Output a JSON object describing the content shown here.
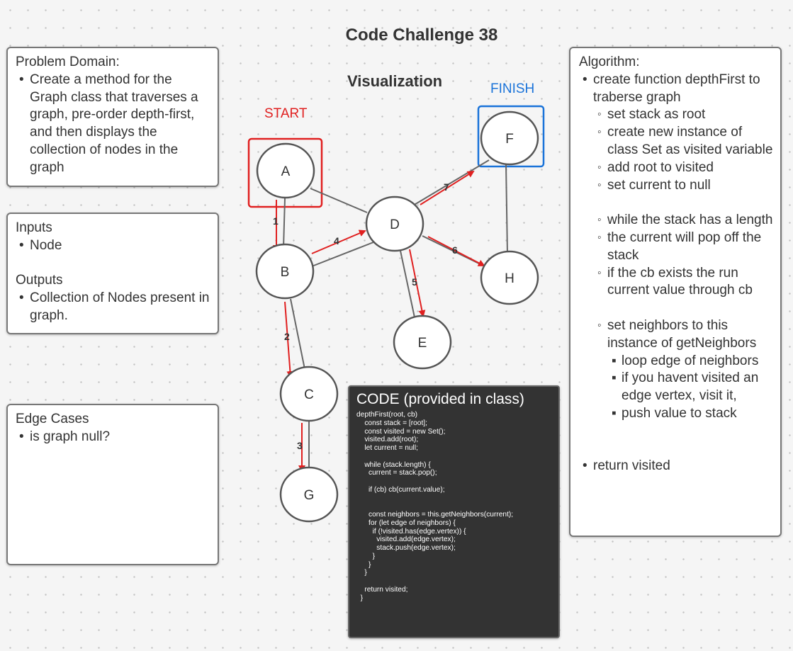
{
  "title": "Code  Challenge 38",
  "visualization_label": "Visualization",
  "start_label": "START",
  "finish_label": "FINISH",
  "problem": {
    "heading": "Problem Domain:",
    "items": [
      "Create a method for the Graph class that traverses a graph, pre-order depth-first, and then displays the collection of nodes in the graph"
    ]
  },
  "io": {
    "inputs_heading": "Inputs",
    "inputs": [
      "Node"
    ],
    "outputs_heading": "Outputs",
    "outputs": [
      "Collection of Nodes present in graph."
    ]
  },
  "edge_cases": {
    "heading": "Edge Cases",
    "items": [
      "is graph null?"
    ]
  },
  "algorithm": {
    "heading": "Algorithm:",
    "item1": "create function depthFirst to traberse graph",
    "steps_a": [
      "set stack as root",
      "create new instance of class Set as visited variable",
      "add root to visited",
      "set current to null"
    ],
    "steps_b": [
      "while the stack has a length",
      "the current will pop off the stack",
      "if the cb exists the run current value through cb"
    ],
    "step_c": "set neighbors to this instance of getNeighbors",
    "substeps_c": [
      "loop edge of neighbors",
      "if you havent visited an edge vertex, visit it,",
      "push value to stack"
    ],
    "final": "return visited"
  },
  "graph": {
    "nodes": [
      "A",
      "B",
      "C",
      "D",
      "E",
      "F",
      "G",
      "H"
    ],
    "edge_numbers": [
      "1",
      "2",
      "3",
      "4",
      "5",
      "6",
      "7"
    ]
  },
  "code_block": {
    "title": "CODE (provided in class)",
    "lines": [
      "depthFirst(root, cb)",
      "    const stack = [root];",
      "    const visited = new Set();",
      "    visited.add(root);",
      "    let current = null;",
      "",
      "    while (stack.length) {",
      "      current = stack.pop();",
      "",
      "      if (cb) cb(current.value);",
      "",
      "",
      "      const neighbors = this.getNeighbors(current);",
      "      for (let edge of neighbors) {",
      "        if (!visited.has(edge.vertex)) {",
      "          visited.add(edge.vertex);",
      "          stack.push(edge.vertex);",
      "        }",
      "      }",
      "    }",
      "",
      "    return visited;",
      "  }"
    ]
  },
  "colors": {
    "red": "#e02020",
    "blue": "#1a73d9",
    "dark": "#333333"
  }
}
